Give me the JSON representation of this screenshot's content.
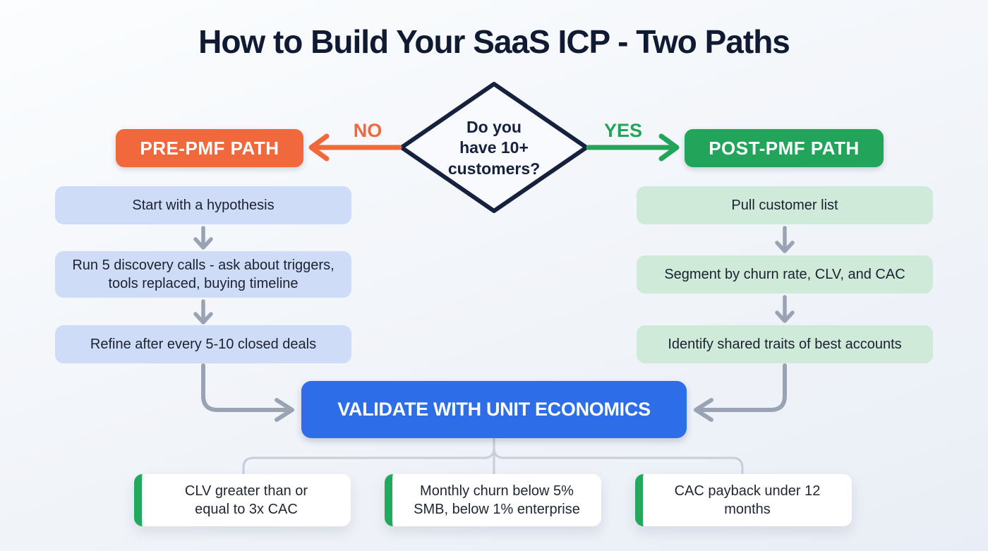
{
  "title": "How to Build Your SaaS ICP - Two Paths",
  "decision": {
    "question": "Do you have 10+ customers?",
    "lines": [
      "Do you",
      "have 10+",
      "customers?"
    ],
    "no_label": "NO",
    "yes_label": "YES"
  },
  "pre_path": {
    "label": "PRE-PMF PATH",
    "color": "#F0683C",
    "step_bg": "#CFDCF8",
    "steps": [
      "Start with a hypothesis",
      "Run 5 discovery calls - ask about triggers, tools replaced, buying timeline",
      "Refine after every 5-10 closed deals"
    ]
  },
  "post_path": {
    "label": "POST-PMF PATH",
    "color": "#22A55B",
    "step_bg": "#D0EAD9",
    "steps": [
      "Pull customer list",
      "Segment by churn rate, CLV, and CAC",
      "Identify shared traits of best accounts"
    ]
  },
  "validate": {
    "label": "VALIDATE WITH UNIT ECONOMICS",
    "color": "#2D6EE8"
  },
  "criteria": [
    "CLV greater than or equal to 3x CAC",
    "Monthly churn below 5% SMB, below 1% enterprise",
    "CAC payback under 12 months"
  ],
  "colors": {
    "background": "#F1F4F9",
    "title_text": "#101B33",
    "diamond_border": "#16213D",
    "diamond_fill": "#F8FAFD",
    "no_orange": "#F0683C",
    "yes_green": "#22A55B",
    "flow_arrow_gray": "#99A3B3",
    "branch_line_gray": "#C7CEDA",
    "validate_blue": "#2D6EE8",
    "criteria_accent_green": "#22A95C"
  }
}
